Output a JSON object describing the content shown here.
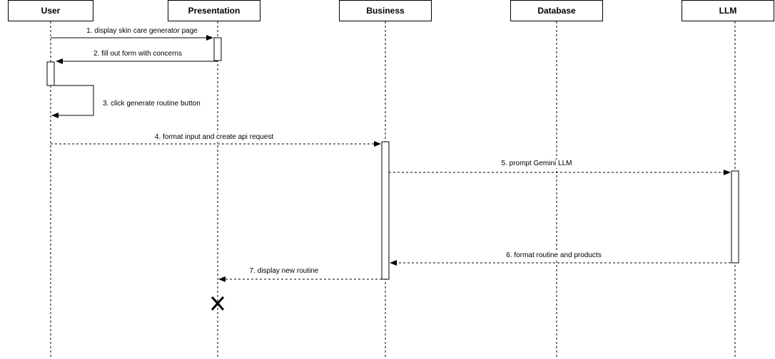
{
  "participants": {
    "user": "User",
    "presentation": "Presentation",
    "business": "Business",
    "database": "Database",
    "llm": "LLM"
  },
  "messages": [
    {
      "label": "1. display skin care generator page",
      "style": "solid"
    },
    {
      "label": "2. fill out form with concerns",
      "style": "solid"
    },
    {
      "label": "3. click generate routine button",
      "style": "solid"
    },
    {
      "label": "4. format input and create api request",
      "style": "dashed"
    },
    {
      "label": "5. prompt Gemini LLM",
      "style": "dashed"
    },
    {
      "label": "6. format routine and products",
      "style": "dashed"
    },
    {
      "label": "7. display new routine",
      "style": "dashed"
    }
  ],
  "colors": {
    "line": "#000000",
    "background": "#ffffff"
  },
  "destroy_marker": "presentation"
}
